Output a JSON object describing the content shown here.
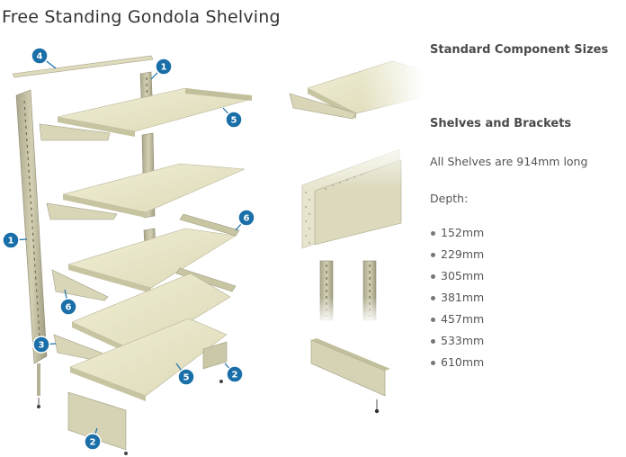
{
  "page": {
    "title": "Free Standing Gondola Shelving"
  },
  "info": {
    "heading": "Standard Component Sizes",
    "subheading": "Shelves and Brackets",
    "length_note": "All Shelves are 914mm long",
    "depth_label": "Depth:",
    "depths": [
      "152mm",
      "229mm",
      "305mm",
      "381mm",
      "457mm",
      "533mm",
      "610mm"
    ]
  },
  "callouts": [
    "4",
    "1",
    "5",
    "1",
    "6",
    "6",
    "3",
    "5",
    "2",
    "2"
  ],
  "colors": {
    "callout_fill": "#1a6fa8",
    "component": "#e8e6c6",
    "component_shade": "#c9c6a2",
    "upright": "#b7b49a"
  }
}
